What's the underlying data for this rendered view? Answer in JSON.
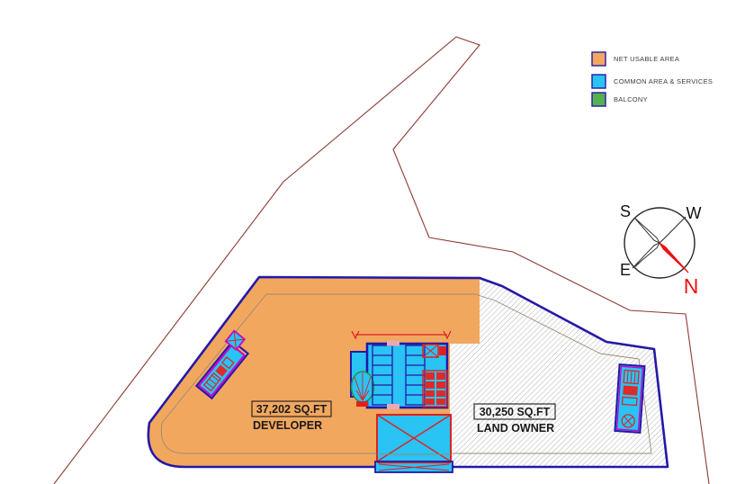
{
  "drawing": {
    "title": "site-plan-area-diagram",
    "legend": {
      "items": [
        {
          "label": "NET USABLE AREA",
          "color": "#F2A75F",
          "icon": "orange-swatch"
        },
        {
          "label": "COMMON AREA & SERVICES",
          "color": "#29C3F4",
          "icon": "cyan-swatch"
        },
        {
          "label": "BALCONY",
          "color": "#55B14E",
          "icon": "green-swatch"
        }
      ]
    },
    "compass": {
      "south": "S",
      "west": "W",
      "east": "E",
      "north": "N",
      "north_color": "#EE1111"
    },
    "parcels": {
      "developer": {
        "area": "37,202 SQ.FT",
        "owner": "DEVELOPER"
      },
      "land_owner": {
        "area": "30,250 SQ.FT",
        "owner": "LAND OWNER"
      }
    },
    "colors": {
      "net_usable_fill": "#F2A75F",
      "common_fill": "#29C3F4",
      "balcony_fill": "#55B14E",
      "parcel_outline": "#2418A8",
      "site_boundary": "#8C3A32",
      "core_red": "#E02020",
      "block_magenta": "#C40AC4",
      "setback_line": "#9A8A76"
    }
  }
}
